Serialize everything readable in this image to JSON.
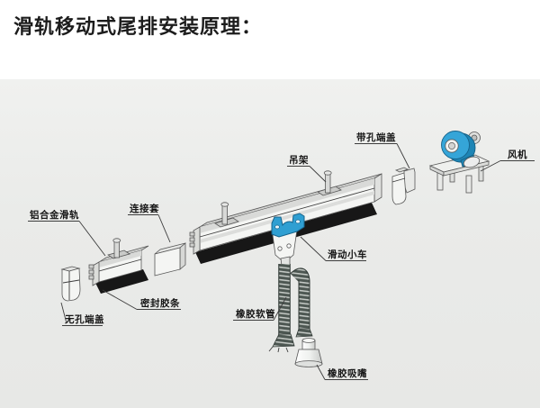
{
  "title": "滑轨移动式尾排安装原理：",
  "diagram": {
    "labels": [
      {
        "id": "aluminum-rail",
        "text": "铝合金滑轨"
      },
      {
        "id": "connector-sleeve",
        "text": "连接套"
      },
      {
        "id": "hanger",
        "text": "吊架"
      },
      {
        "id": "holed-end-cap",
        "text": "带孔端盖"
      },
      {
        "id": "fan",
        "text": "风机"
      },
      {
        "id": "sliding-trolley",
        "text": "滑动小车"
      },
      {
        "id": "seal-strip",
        "text": "密封胶条"
      },
      {
        "id": "blank-end-cap",
        "text": "无孔端盖"
      },
      {
        "id": "rubber-hose",
        "text": "橡胶软管"
      },
      {
        "id": "rubber-nozzle",
        "text": "橡胶吸嘴"
      }
    ],
    "colors": {
      "fan_blue": "#35a5d8",
      "fan_blue_dark": "#1e85b5",
      "trolley_blue": "#2f9fd2",
      "seal_black": "#171717",
      "line_gray": "#575757",
      "paper_gray": "#ebecea"
    }
  }
}
